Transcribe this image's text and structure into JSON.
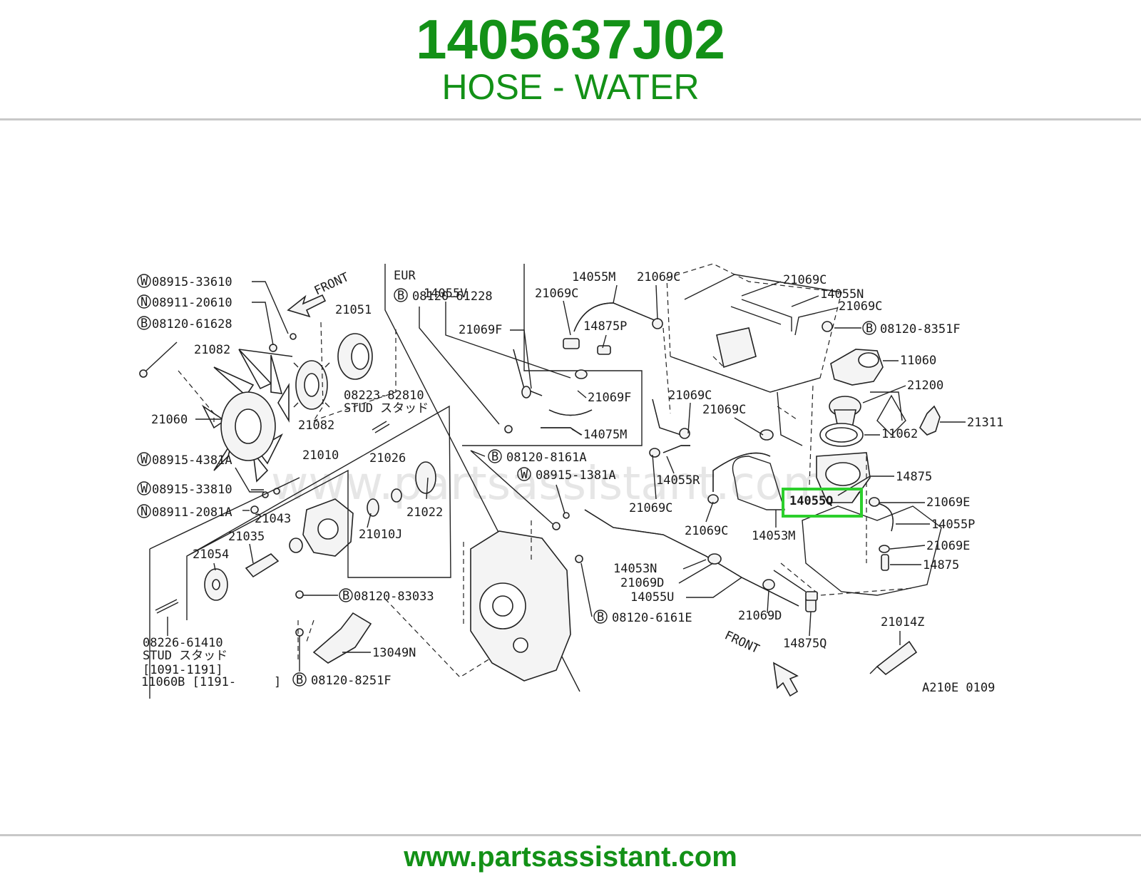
{
  "header": {
    "part_number": "1405637J02",
    "description": "HOSE - WATER"
  },
  "footer": {
    "url": "www.partsassistant.com"
  },
  "diagram": {
    "watermark": "www.partsassistant.com",
    "front_label_top": "FRONT",
    "front_label_bottom": "FRONT",
    "eur_label": "EUR",
    "diagram_code": "A210E 0109",
    "highlighted_part": "14055Q",
    "stud_label_1": "STUD スタッド",
    "stud_label_2": "STUD スタッド",
    "range_1": "[1091-1191]",
    "range_2": "11060B [1191-",
    "range_2_end": "]",
    "labels_left": [
      {
        "prefix": "W",
        "text": "08915-33610"
      },
      {
        "prefix": "N",
        "text": "08911-20610"
      },
      {
        "prefix": "B",
        "text": "08120-61628"
      },
      {
        "prefix": "W",
        "text": "08915-4381A"
      },
      {
        "prefix": "W",
        "text": "08915-33810"
      },
      {
        "prefix": "N",
        "text": "08911-2081A"
      }
    ],
    "labels_plain": [
      "21051",
      "21082",
      "21082",
      "21060",
      "08223-82810",
      "21010",
      "21026",
      "21022",
      "21043",
      "21035",
      "21010J",
      "21054",
      "08226-61410",
      "13049N",
      "14055M",
      "21069C",
      "21069C",
      "21069C",
      "14055N",
      "21069C",
      "14055V",
      "21069F",
      "14875P",
      "21069F",
      "14075M",
      "21069C",
      "21069C",
      "11060",
      "21200",
      "21311",
      "11062",
      "14875",
      "14055R",
      "21069C",
      "14055Q",
      "21069E",
      "14053M",
      "21069C",
      "14055P",
      "21069E",
      "14875",
      "14053N",
      "21069D",
      "14055U",
      "21069D",
      "14875Q",
      "21014Z"
    ],
    "labels_bolt": [
      {
        "prefix": "B",
        "text": "08120-61228"
      },
      {
        "prefix": "B",
        "text": "08120-8351F"
      },
      {
        "prefix": "B",
        "text": "08120-8161A"
      },
      {
        "prefix": "W",
        "text": "08915-1381A"
      },
      {
        "prefix": "B",
        "text": "08120-83033"
      },
      {
        "prefix": "B",
        "text": "08120-6161E"
      },
      {
        "prefix": "B",
        "text": "08120-8251F"
      }
    ]
  }
}
